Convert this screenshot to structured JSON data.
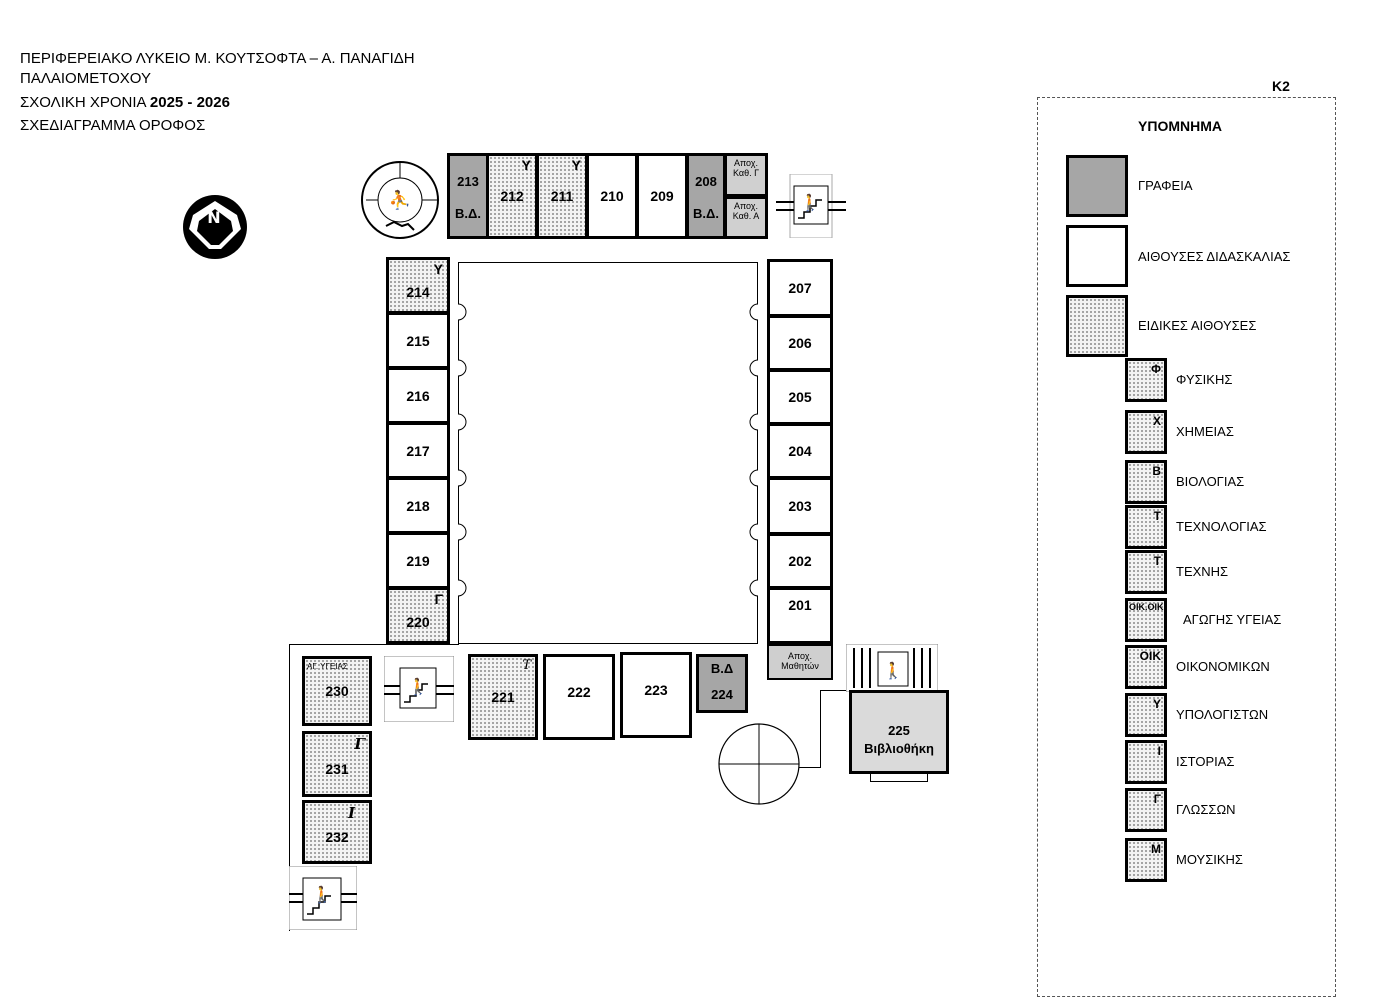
{
  "header": {
    "line1": "ΠΕΡΙΦΕΡΕΙΑΚΟ ΛΥΚΕΙΟ Μ. ΚΟΥΤΣΟΦΤΑ – Α. ΠΑΝΑΓΙΔΗ",
    "line2": "ΠΑΛΑΙΟΜΕΤΟΧΟΥ",
    "line3_prefix": "ΣΧΟΛΙΚΗ ΧΡΟΝΙΑ ",
    "line3_years": "2025 - 2026",
    "line4": "ΣΧΕΔΙΑΓΡΑΜΜΑ  ΟΡΟΦΟΣ"
  },
  "compass_letter": "N",
  "sheet_code": "Κ2",
  "top_row": [
    {
      "num": "213",
      "sub": "Β.Δ.",
      "kind": "office",
      "tag": ""
    },
    {
      "num": "212",
      "sub": "",
      "kind": "special",
      "tag": "Υ"
    },
    {
      "num": "211",
      "sub": "",
      "kind": "special",
      "tag": "Υ"
    },
    {
      "num": "210",
      "sub": "",
      "kind": "class",
      "tag": ""
    },
    {
      "num": "209",
      "sub": "",
      "kind": "class",
      "tag": ""
    },
    {
      "num": "208",
      "sub": "Β.Δ.",
      "kind": "office",
      "tag": ""
    }
  ],
  "wc_top": {
    "upper": "Αποχ. Καθ. Γ",
    "lower": "Αποχ. Καθ. Α"
  },
  "left_col": [
    {
      "num": "214",
      "tag": "Υ",
      "kind": "special"
    },
    {
      "num": "215",
      "tag": "",
      "kind": "class"
    },
    {
      "num": "216",
      "tag": "",
      "kind": "class"
    },
    {
      "num": "217",
      "tag": "",
      "kind": "class"
    },
    {
      "num": "218",
      "tag": "",
      "kind": "class"
    },
    {
      "num": "219",
      "tag": "",
      "kind": "class"
    },
    {
      "num": "220",
      "tag": "Γ",
      "kind": "special"
    }
  ],
  "right_col": [
    "207",
    "206",
    "205",
    "204",
    "203",
    "202",
    "201"
  ],
  "wc_students": "Αποχ. Μαθητών",
  "bottom_row": [
    {
      "num": "221",
      "tag": "Τ",
      "kind": "special"
    },
    {
      "num": "222",
      "tag": "",
      "kind": "class"
    },
    {
      "num": "223",
      "tag": "",
      "kind": "class"
    },
    {
      "num": "224",
      "sub": "Β.Δ",
      "kind": "office"
    }
  ],
  "library": {
    "num": "225",
    "name": "Βιβλιοθήκη"
  },
  "wing": [
    {
      "num": "230",
      "tag": "ΑΓ. ΥΓΕΙΑΣ"
    },
    {
      "num": "231",
      "tag": "Γ"
    },
    {
      "num": "232",
      "tag": "Ι"
    }
  ],
  "legend": {
    "title": "ΥΠΟΜΝΗΜΑ",
    "main": [
      {
        "label": "ΓΡΑΦΕΙΑ",
        "kind": "office"
      },
      {
        "label": "ΑΙΘΟΥΣΕΣ ΔΙΔΑΣΚΑΛΙΑΣ",
        "kind": "class"
      },
      {
        "label": "ΕΙΔΙΚΕΣ ΑΙΘΟΥΣΕΣ",
        "kind": "special"
      }
    ],
    "special": [
      {
        "code": "Φ",
        "label": "ΦΥΣΙΚΗΣ"
      },
      {
        "code": "Χ",
        "label": "ΧΗΜΕΙΑΣ"
      },
      {
        "code": "Β",
        "label": "ΒΙΟΛΟΓΙΑΣ"
      },
      {
        "code": "Τ",
        "label": "ΤΕΧΝΟΛΟΓΙΑΣ"
      },
      {
        "code": "Τ",
        "label": "ΤΕΧΝΗΣ"
      },
      {
        "code": "ΟΙΚ.ΟΙΚ",
        "label": "ΑΓΩΓΗΣ ΥΓΕΙΑΣ"
      },
      {
        "code": "ΟΙΚ",
        "label": "ΟΙΚΟΝΟΜΙΚΩΝ"
      },
      {
        "code": "Υ",
        "label": "ΥΠΟΛΟΓΙΣΤΩΝ"
      },
      {
        "code": "Ι",
        "label": "ΙΣΤΟΡΙΑΣ"
      },
      {
        "code": "Γ",
        "label": "ΓΛΩΣΣΩΝ"
      },
      {
        "code": "Μ",
        "label": "ΜΟΥΣΙΚΗΣ"
      }
    ]
  }
}
